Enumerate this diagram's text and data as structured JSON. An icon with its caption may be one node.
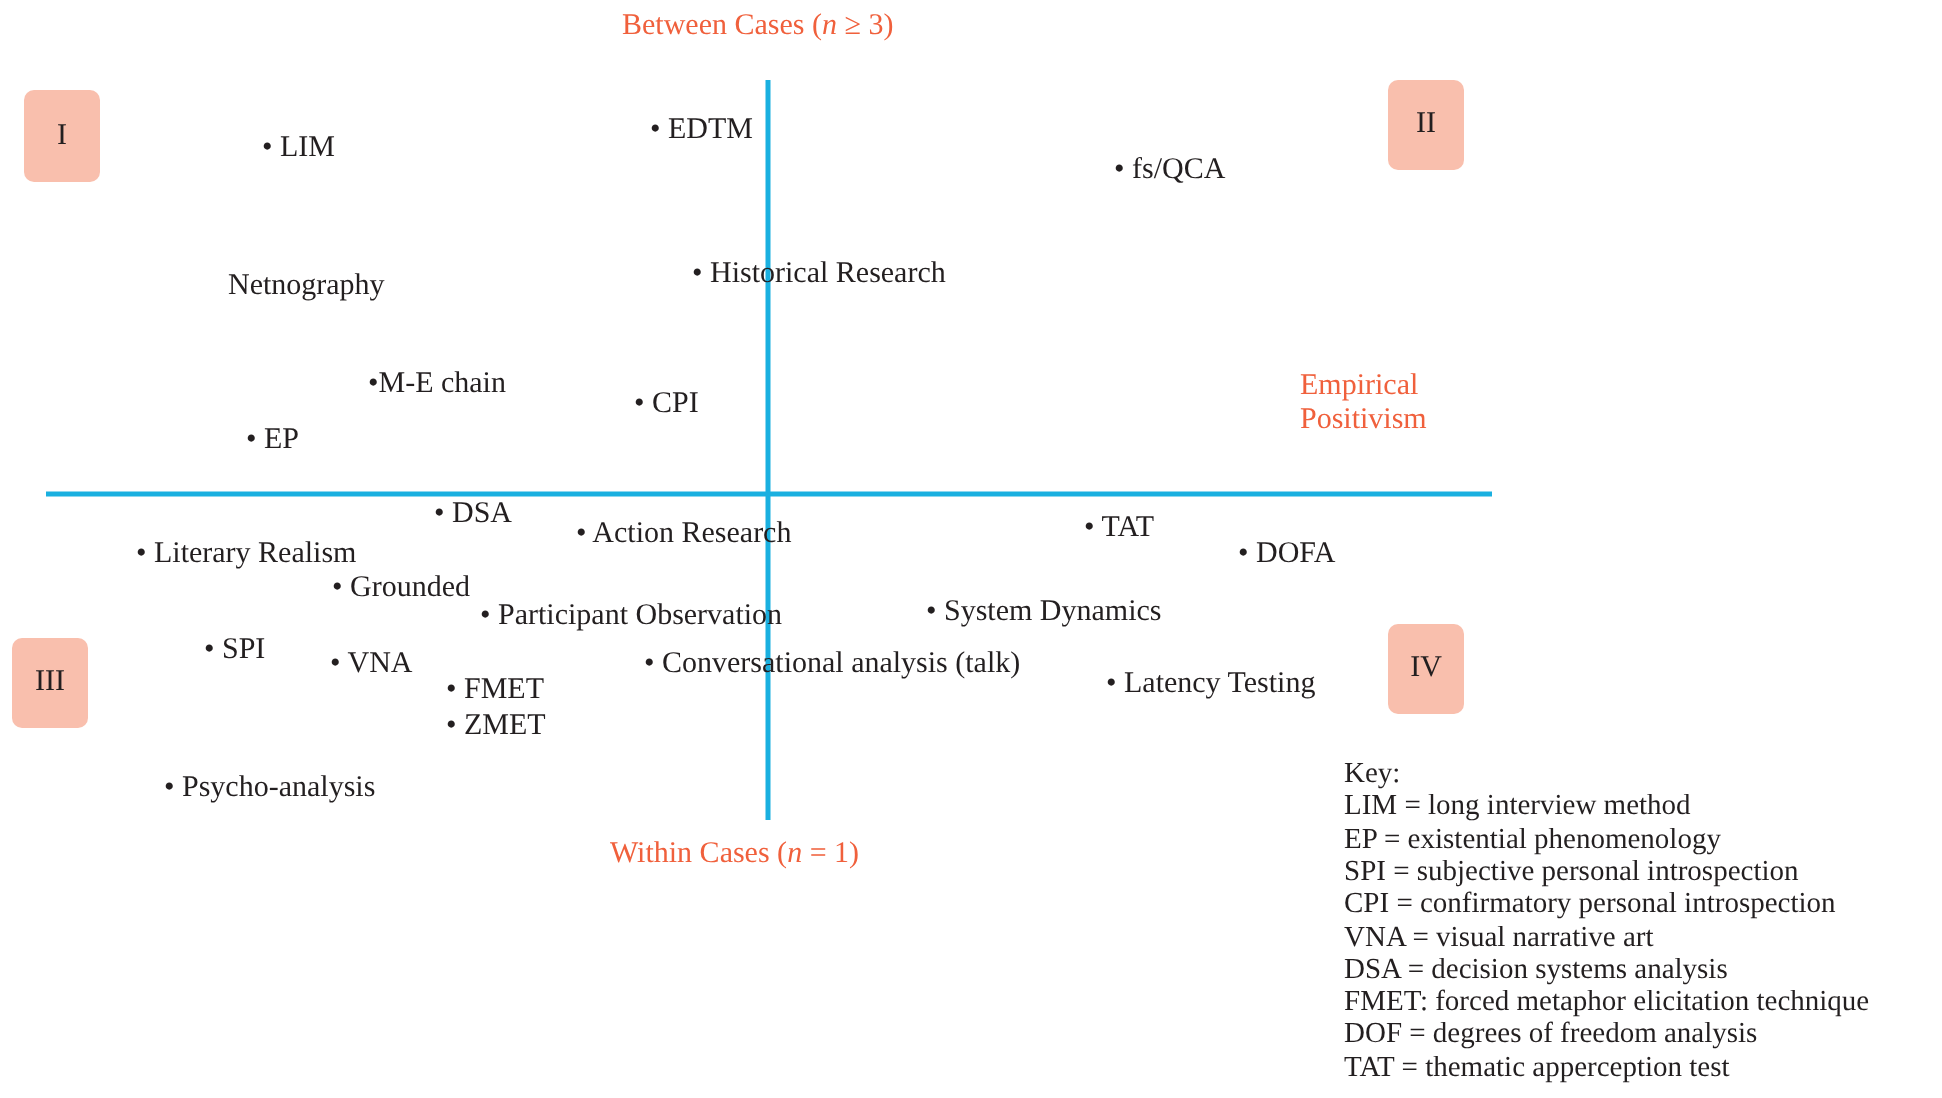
{
  "diagram": {
    "nodes": [
      {
        "text": [
          "I"
        ]
      },
      {
        "text": [
          "II"
        ]
      },
      {
        "text": [
          "III"
        ]
      },
      {
        "text": [
          "IV"
        ]
      }
    ],
    "edges": [],
    "labels": [
      "Between Cases (*n* ≥ 3)",
      "• EDTM",
      "• LIM",
      "• fs/QCA",
      "• Historical Research",
      "Netnography",
      "•M-E chain",
      "Empirical Positivism",
      "• CPI",
      "• EP",
      "• DSA",
      "• TAT",
      "• Action Research",
      "• Literary Realism",
      "• DOFA",
      "• Grounded",
      "• System Dynamics",
      "• Participant Observation",
      "• SPI",
      "• VNA",
      "• Conversational analysis (talk)",
      "• Latency Testing",
      "• FMET",
      "• ZMET",
      "• Psycho-analysis",
      "Within Cases (*n* = 1)",
      "Key:",
      "LIM = long interview method",
      "EP = existential phenomenology",
      "SPI = subjective personal introspection",
      "CPI = confirmatory personal introspection",
      "VNA = visual narrative art",
      "DSA = decision systems analysis",
      "FMET: forced metaphor elicitation technique",
      "DOF = degrees of freedom analysis",
      "TAT = thematic apperception test"
    ]
  }
}
